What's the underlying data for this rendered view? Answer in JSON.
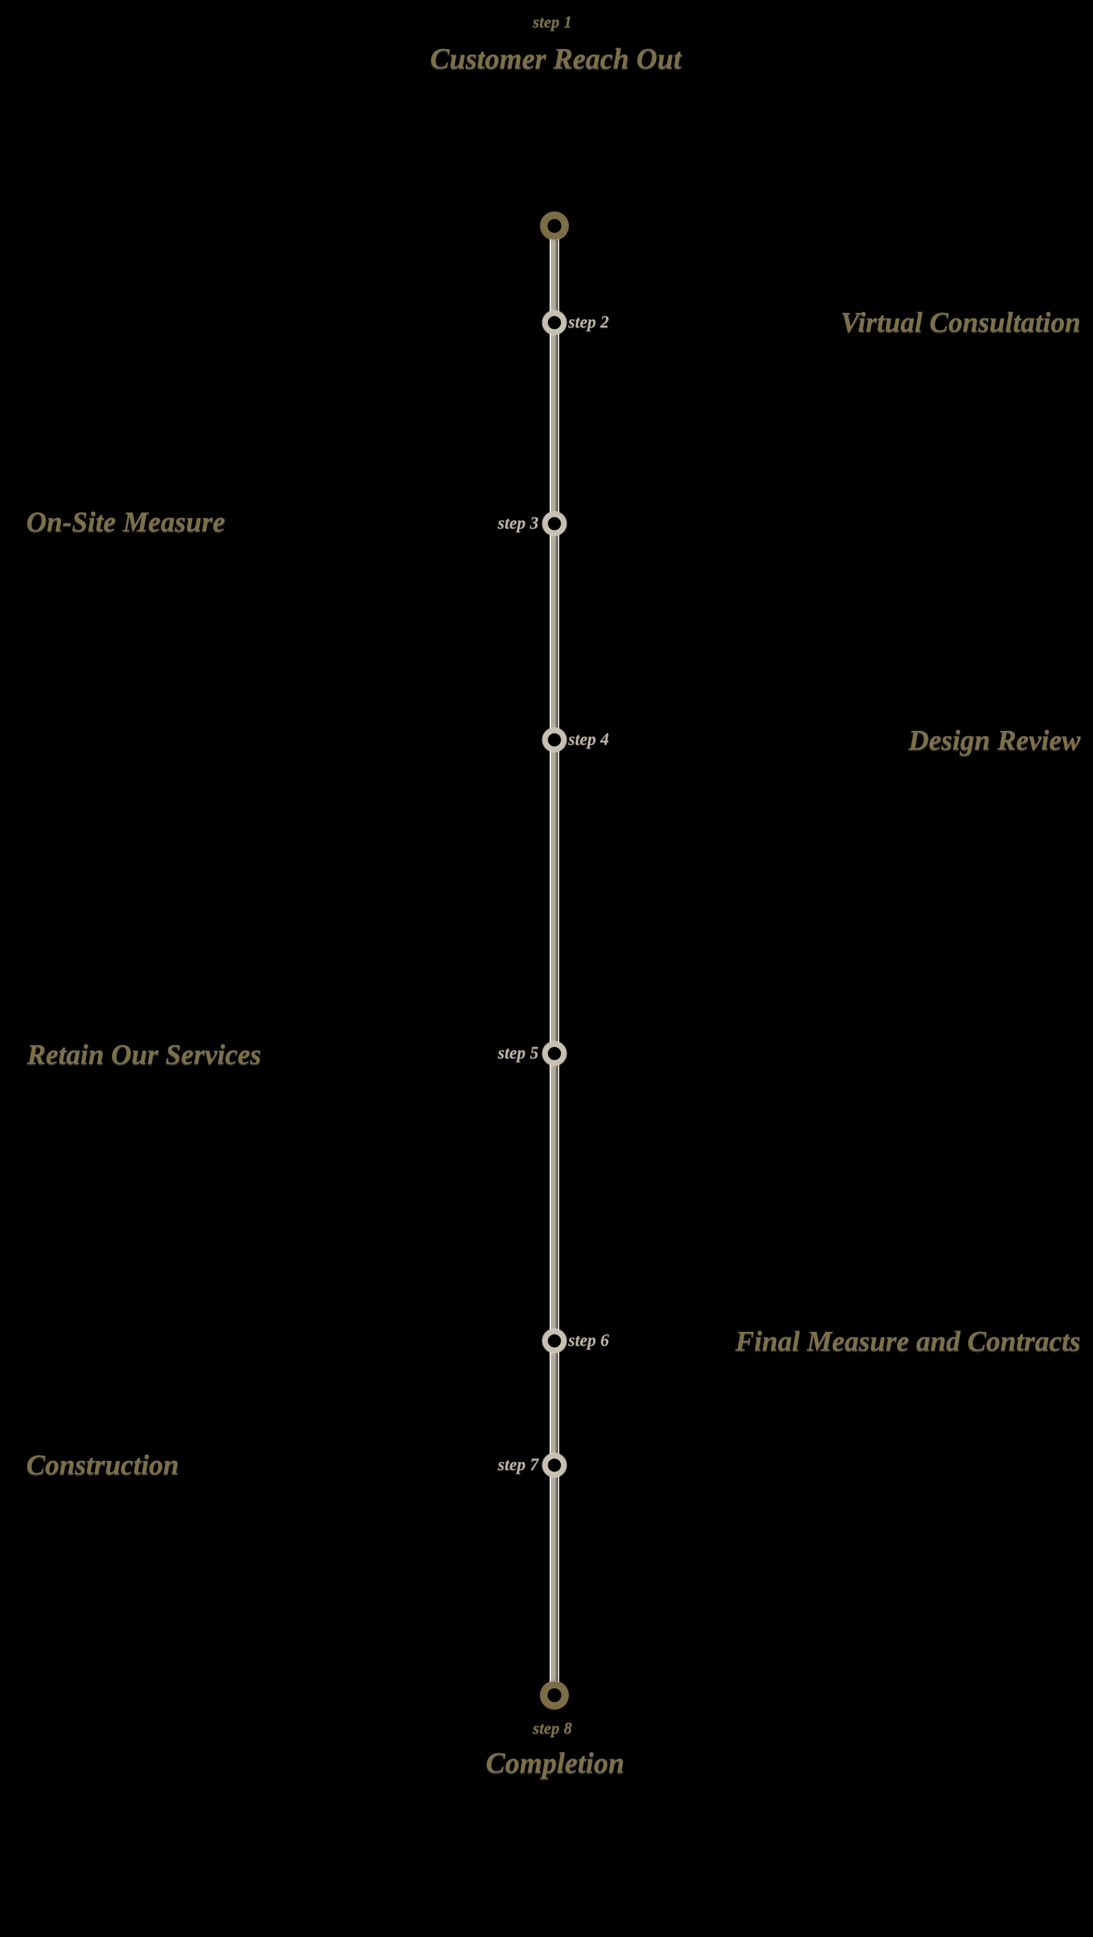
{
  "colors": {
    "background": "#000000",
    "gold_text": "#7d7049",
    "gold_ring": "#7b6e46",
    "beige_ring": "#c8c1b3",
    "beige_label": "#bdb4a6",
    "line": "#b2ab9e"
  },
  "timeline": {
    "steps": [
      {
        "num": "step 1",
        "title": "Customer Reach Out"
      },
      {
        "num": "step 2",
        "title": "Virtual Consultation"
      },
      {
        "num": "step 3",
        "title": "On-Site Measure"
      },
      {
        "num": "step 4",
        "title": "Design Review"
      },
      {
        "num": "step 5",
        "title": "Retain Our Services"
      },
      {
        "num": "step 6",
        "title": "Final Measure and Contracts"
      },
      {
        "num": "step 7",
        "title": "Construction"
      },
      {
        "num": "step 8",
        "title": "Completion"
      }
    ]
  }
}
